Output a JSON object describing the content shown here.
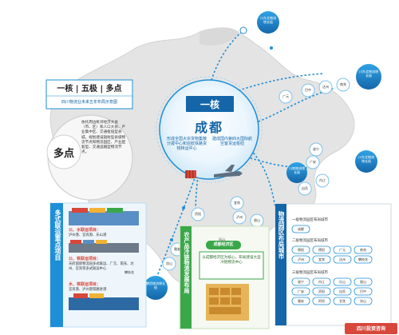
{
  "header": {
    "title": "一核 | 五极 | 多点",
    "subtitle": "四川物流业未来五年布局示意图"
  },
  "core": {
    "big": "一核",
    "city": "成都",
    "left_text": "形成全国大宗货物集散分拨中心和亚欧铁路货物转运中心",
    "right_text": "建成国内第四大国际航空客货运枢纽"
  },
  "multi_point": {
    "label": "多点",
    "text": "依托周边毗邻经济大县（市、区）和人口大县、产业集中区、交通枢纽型县城，规划建设辐射型县级物流节点和物流园区、产业配套型、交通运输型物流节点。"
  },
  "poles": [
    {
      "name": "川东北物流增长极"
    },
    {
      "name": "川东北物流增长极"
    },
    {
      "name": "川南物流增长极"
    },
    {
      "name": "川西南物流增长极"
    },
    {
      "name": "攀西物流增长极"
    }
  ],
  "cities": [
    "广元",
    "巴中",
    "达州",
    "南充",
    "遂宁",
    "广安",
    "内江",
    "自贡",
    "宜宾",
    "泸州",
    "眉山",
    "乐山",
    "资阳",
    "雅安",
    "凉山",
    "攀枝花"
  ],
  "multimodal": {
    "title": "多式联运重点项目",
    "items": [
      {
        "title": "公、水联运项目：",
        "text": "泸州港、宜宾港、乐山港"
      },
      {
        "title": "公、铁联运项目：",
        "text": "天府国际物流园多式联运、广元、南充、达州、宜宾等多式联运中心"
      },
      {
        "title": "水、铁联运项目：",
        "text": "宜宾港、泸州港铁路进港"
      }
    ]
  },
  "cold_chain": {
    "title": "农产品冷链物流发展布局",
    "zone": "成都经济区",
    "text": "以成都经济区为核心，布局建设大型冷链物流中心"
  },
  "park_layout": {
    "title": "物流园区布局城市",
    "tier1_label": "一级物流园区布局城市",
    "tier1": [
      "成都"
    ],
    "tier2_label": "二级物流园区布局城市",
    "tier2": [
      "绵阳",
      "德阳",
      "广元",
      "南充",
      "泸州",
      "宜宾",
      "达州",
      "攀枝花"
    ],
    "tier3_label": "三级物流园区布局城市",
    "tier3": [
      "遂宁",
      "内江",
      "乐山",
      "眉山",
      "广安",
      "资阳",
      "自贡",
      "巴中",
      "雅安",
      "阿坝",
      "甘孜",
      "凉山"
    ]
  },
  "colors": {
    "accent": "#1e8fd6",
    "dark": "#1566a8",
    "map": "#e6e6e6",
    "green": "#3aa84a"
  },
  "watermark": "四川投资咨询"
}
